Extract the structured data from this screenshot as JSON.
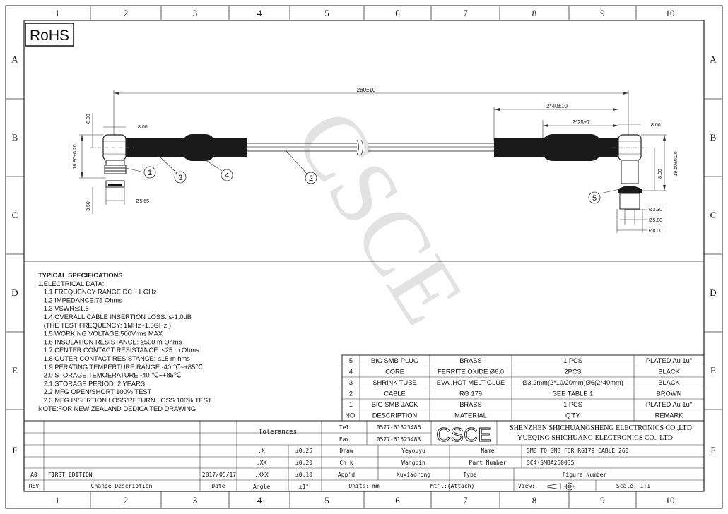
{
  "frame": {
    "columns": [
      "1",
      "2",
      "3",
      "4",
      "5",
      "6",
      "7",
      "8",
      "9",
      "10"
    ],
    "rows": [
      "A",
      "B",
      "C",
      "D",
      "E",
      "F"
    ]
  },
  "rohs": "RoHS",
  "watermark": "CSCE",
  "dimensions": {
    "overall_length": "260±10",
    "length_2x40": "2*40±10",
    "length_2x25": "2*25±7",
    "left_top_8": "8.00",
    "left_width_8": "8.00",
    "left_height_16": "16.80±0.20",
    "left_3_50": "3.50",
    "left_dia_565": "Ø5.65",
    "right_width_8": "8.00",
    "right_height_19": "19.50±0.20",
    "right_8": "8.00",
    "right_dia_330": "Ø3.30",
    "right_dia_580": "Ø5.80",
    "right_dia_800": "Ø8.00"
  },
  "callouts": [
    "1",
    "2",
    "3",
    "4",
    "5"
  ],
  "specs": [
    "TYPICAL SPECIFICATIONS",
    "1.ELECTRICAL DATA:",
    "  1.1 FREQUENCY RANGE:DC~ 1 GHz",
    "  1.2 IMPEDANCE:75 Ohms",
    "  1.3 VSWR:≤1.5",
    "  1.4 OVERALL CABLE INSERTION LOSS: ≤-1.0dB",
    "  (THE TEST FREQUENCY:  1MHz~1.5GHz )",
    "  1.5 WORKING VOLTAGE:500Vrms MAX",
    "  1.6 INSULATION RESISTANCE: ≥500 m Ohms",
    "  1.7 CENTER CONTACT RESISTANCE:  ≤25 m Ohms",
    "  1.8 OUTER CONTACT RESISTANCE: ≤15 m hms",
    "  1.9 PERATING TEMPERTURE RANGE -40 ℃~+85℃",
    "  2.0 STORAGE TEMOERATURE -40 ℃~+85℃",
    "  2.1 STORAGE PERIOD: 2 YEARS",
    "  2.2 MFG OPEN/SHORT 100% TEST",
    "  2.3 MFG INSERTION LOSS/RETURN LOSS 100% TEST",
    "NOTE:FOR NEW ZEALAND DEDICA TED DRAWING"
  ],
  "bom": {
    "header": [
      "NO.",
      "DESCRIPTION",
      "MATERIAL",
      "Q'TY",
      "REMARK"
    ],
    "rows": [
      [
        "5",
        "BIG SMB-PLUG",
        "BRASS",
        "1 PCS",
        "PLATED Au 1u\""
      ],
      [
        "4",
        "CORE",
        "FERRITE OXIDE Ø6.0",
        "2PCS",
        "BLACK"
      ],
      [
        "3",
        "SHRINK TUBE",
        "EVA ,HOT MELT GLUE",
        "Ø3.2mm(2*10/20mm)Ø6(2*40mm)",
        "BLACK"
      ],
      [
        "2",
        "CABLE",
        "RG 179",
        "SEE TABLE 1",
        "BROWN"
      ],
      [
        "1",
        "BIG SMB-JACK",
        "BRASS",
        "1 PCS",
        "PLATED Au 1u\""
      ]
    ]
  },
  "title_block": {
    "tolerances_label": "Tolerances",
    "tol": [
      [
        ".X",
        "±0.25"
      ],
      [
        ".XX",
        "±0.20"
      ],
      [
        ".XXX",
        "±0.10"
      ],
      [
        "Angle",
        "±1°"
      ]
    ],
    "tel_label": "Tel",
    "tel": "0577-61523486",
    "fax_label": "Fax",
    "fax": "0577-61523483",
    "logo": "CSCE",
    "company_1": "SHENZHEN SHICHUANGSHENG ELECTRONICS CO.,LTD",
    "company_2": "YUEQING SHICHUANG ELECTRONICS CO., LTD",
    "draw_label": "Draw",
    "draw_name": "Yeyouyu",
    "name_label": "Name",
    "name_value": "SMB TO SMB FOR RG179 CABLE 260",
    "chk_label": "Ch'k",
    "chk_name": "Wangbin",
    "part_label": "Part Number",
    "part_value": "SC4-SMBA260035",
    "appd_label": "App'd",
    "appd_name": "Xuxiaorong",
    "type_label": "Type",
    "figure_label": "Figure Number",
    "units": "Units: mm",
    "mtl": "Mt'l:(Attach)",
    "view": "View:",
    "scale": "Scale: 1:1",
    "rev_a0": "A0",
    "rev_first": "FIRST EDITION",
    "rev_date": "2017/05/17",
    "rev_label": "REV",
    "change_label": "Change Description",
    "date_label": "Date"
  }
}
